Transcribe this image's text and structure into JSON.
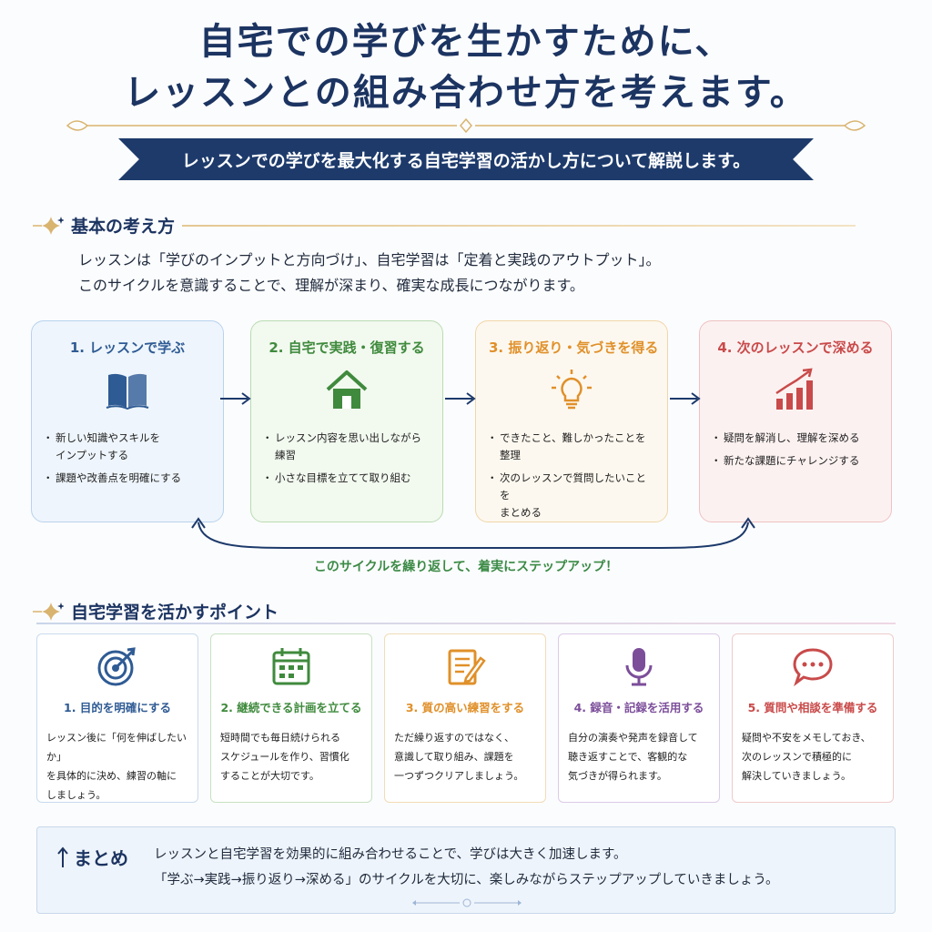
{
  "header": {
    "title_line1": "自宅での学びを生かすために、",
    "title_line2": "レッスンとの組み合わせ方を考えます。",
    "banner": "レッスンでの学びを最大化する自宅学習の活かし方について解説します。"
  },
  "basics": {
    "heading": "基本の考え方",
    "line1": "レッスンは「学びのインプットと方向づけ」、自宅学習は「定着と実践のアウトプット」。",
    "line2": "このサイクルを意識することで、理解が深まり、確実な成長につながります。"
  },
  "steps": [
    {
      "title": "1. レッスンで学ぶ",
      "icon": "book-icon",
      "color": "#2f5b94",
      "bg": "#eef5fc",
      "border": "#b8d2ee",
      "bullets": [
        "新しい知識やスキルを\nインプットする",
        "課題や改善点を明確にする"
      ]
    },
    {
      "title": "2. 自宅で実践・復習する",
      "icon": "house-icon",
      "color": "#3f8a3d",
      "bg": "#f2f9ef",
      "border": "#b9dcb2",
      "bullets": [
        "レッスン内容を思い出しながら練習",
        "小さな目標を立てて取り組む"
      ]
    },
    {
      "title": "3. 振り返り・気づきを得る",
      "icon": "lightbulb-icon",
      "color": "#e0902a",
      "bg": "#fdf8ef",
      "border": "#f1d6a8",
      "bullets": [
        "できたこと、難しかったことを整理",
        "次のレッスンで質問したいことを\nまとめる"
      ]
    },
    {
      "title": "4. 次のレッスンで深める",
      "icon": "growth-chart-icon",
      "color": "#c94a4a",
      "bg": "#fcf1f1",
      "border": "#efc2c2",
      "bullets": [
        "疑問を解消し、理解を深める",
        "新たな課題にチャレンジする"
      ]
    }
  ],
  "cycle_text": "このサイクルを繰り返して、着実にステップアップ！",
  "points": {
    "heading": "自宅学習を活かすポイント",
    "items": [
      {
        "title": "1. 目的を明確にする",
        "icon": "target-icon",
        "color": "#2f5b94",
        "border": "#c9dbef",
        "body": "レッスン後に「何を伸ばしたいか」\nを具体的に決め、練習の軸に\nしましょう。"
      },
      {
        "title": "2. 継続できる計画を立てる",
        "icon": "calendar-icon",
        "color": "#3f8a3d",
        "border": "#c8e2c2",
        "body": "短時間でも毎日続けられる\nスケジュールを作り、習慣化\nすることが大切です。"
      },
      {
        "title": "3. 質の高い練習をする",
        "icon": "notepad-icon",
        "color": "#e0902a",
        "border": "#f1dcb6",
        "body": "ただ繰り返すのではなく、\n意識して取り組み、課題を\n一つずつクリアしましょう。"
      },
      {
        "title": "4. 録音・記録を活用する",
        "icon": "microphone-icon",
        "color": "#7c4e9a",
        "border": "#dccbe8",
        "body": "自分の演奏や発声を録音して\n聴き返すことで、客観的な\n気づきが得られます。"
      },
      {
        "title": "5. 質問や相談を準備する",
        "icon": "chat-bubble-icon",
        "color": "#c94a4a",
        "border": "#f0cccc",
        "body": "疑問や不安をメモしておき、\n次のレッスンで積極的に\n解決していきましょう。"
      }
    ]
  },
  "summary": {
    "label": "まとめ",
    "line1": "レッスンと自宅学習を効果的に組み合わせることで、学びは大きく加速します。",
    "line2": "「学ぶ→実践→振り返り→深める」のサイクルを大切に、楽しみながらステップアップしていきましょう。"
  },
  "colors": {
    "navy": "#1d3a6b",
    "gold": "#d9b46f"
  }
}
